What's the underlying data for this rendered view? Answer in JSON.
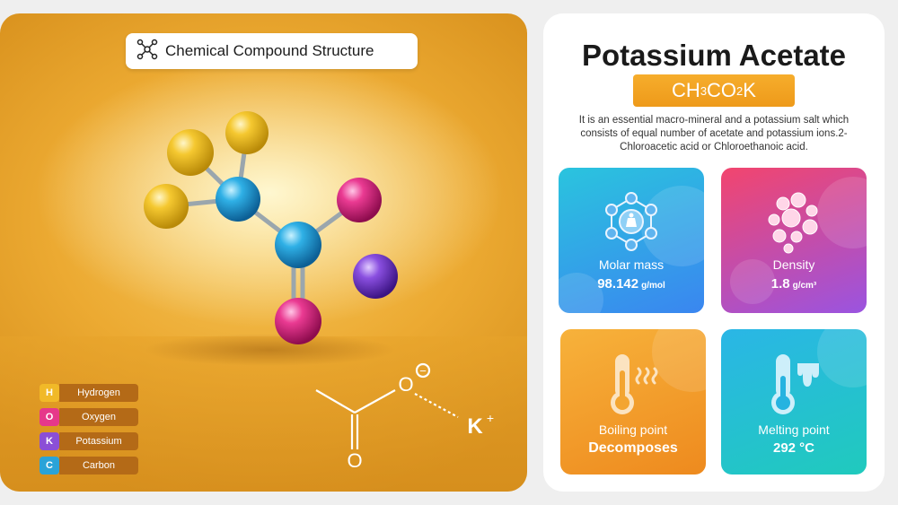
{
  "structure_panel": {
    "title": "Chemical Compound Structure",
    "legend": [
      {
        "letter": "H",
        "label": "Hydrogen",
        "color": "#f1b928"
      },
      {
        "letter": "O",
        "label": "Oxygen",
        "color": "#e6388a"
      },
      {
        "letter": "K",
        "label": "Potassium",
        "color": "#8b4fd6"
      },
      {
        "letter": "C",
        "label": "Carbon",
        "color": "#2aa3d8"
      }
    ],
    "skeletal": {
      "oxygen_top": "O",
      "oxygen_bottom": "O",
      "charge": "−",
      "cation": "K",
      "cation_charge": "+"
    }
  },
  "info_panel": {
    "name": "Potassium Acetate",
    "formula": {
      "p1": "CH",
      "s1": "3",
      "p2": "CO",
      "s2": "2",
      "p3": "K"
    },
    "description": "It is an essential macro-mineral and a potassium salt which consists of equal number of acetate and potassium ions.2-Chloroacetic acid or Chloroethanoic acid.",
    "cards": {
      "molar_mass": {
        "label": "Molar mass",
        "value": "98.142",
        "unit": "g/mol"
      },
      "density": {
        "label": "Density",
        "value": "1.8",
        "unit": "g/cm³"
      },
      "boiling_point": {
        "label": "Boiling point",
        "value": "Decomposes"
      },
      "melting_point": {
        "label": "Melting point",
        "value": "292 °C"
      }
    }
  },
  "colors": {
    "hydrogen": "#f1b928",
    "oxygen": "#e6388a",
    "potassium": "#8b4fd6",
    "carbon": "#2aa3d8",
    "accent": "#f2a326"
  }
}
